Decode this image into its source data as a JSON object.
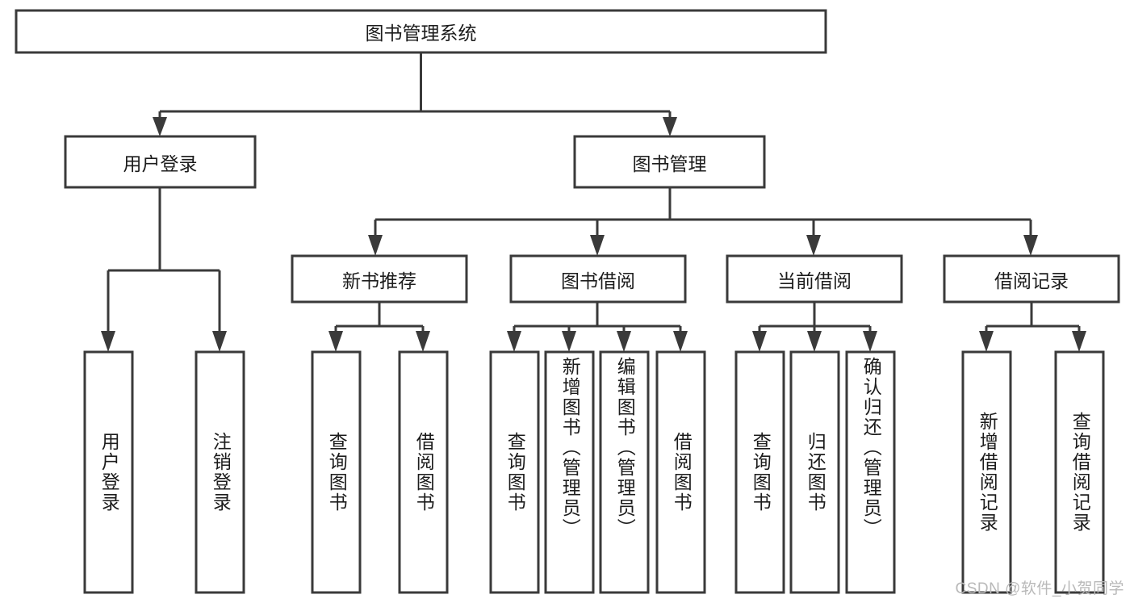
{
  "diagram": {
    "title": "图书管理系统",
    "watermark": "CSDN @软件_小贺同学",
    "root": {
      "id": "root",
      "label": "图书管理系统"
    },
    "level2": [
      {
        "id": "user-login",
        "label": "用户登录"
      },
      {
        "id": "book-manage",
        "label": "图书管理"
      }
    ],
    "level3": [
      {
        "id": "new-book-recommend",
        "label": "新书推荐"
      },
      {
        "id": "book-borrow",
        "label": "图书借阅"
      },
      {
        "id": "current-borrow",
        "label": "当前借阅"
      },
      {
        "id": "borrow-record",
        "label": "借阅记录"
      }
    ],
    "leaves": {
      "user_login": [
        {
          "id": "leaf-user-login",
          "label": "用户登录"
        },
        {
          "id": "leaf-logout-login",
          "label": "注销登录"
        }
      ],
      "new_book_recommend": [
        {
          "id": "leaf-query-book-1",
          "label": "查询图书"
        },
        {
          "id": "leaf-borrow-book-1",
          "label": "借阅图书"
        }
      ],
      "book_borrow": [
        {
          "id": "leaf-query-book-2",
          "label": "查询图书"
        },
        {
          "id": "leaf-add-book",
          "label": "新增图书（管理员）"
        },
        {
          "id": "leaf-edit-book",
          "label": "编辑图书（管理员）"
        },
        {
          "id": "leaf-borrow-book-2",
          "label": "借阅图书"
        }
      ],
      "current_borrow": [
        {
          "id": "leaf-query-book-3",
          "label": "查询图书"
        },
        {
          "id": "leaf-return-book",
          "label": "归还图书"
        },
        {
          "id": "leaf-confirm-return",
          "label": "确认归还（管理员）"
        }
      ],
      "borrow_record": [
        {
          "id": "leaf-add-record",
          "label": "新增借阅记录"
        },
        {
          "id": "leaf-query-record",
          "label": "查询借阅记录"
        }
      ]
    },
    "colors": {
      "stroke": "#3a3a3a",
      "fill": "#ffffff",
      "text": "#1c1c1c",
      "watermark": "#b9b9b9",
      "background": "#ffffff"
    }
  },
  "chart_data": {
    "type": "diagram",
    "subtype": "tree-hierarchy",
    "title": "图书管理系统",
    "orientation": "top-down",
    "levels": 4,
    "nodes": [
      {
        "id": "root",
        "label": "图书管理系统",
        "level": 0,
        "parent": null
      },
      {
        "id": "user-login",
        "label": "用户登录",
        "level": 1,
        "parent": "root"
      },
      {
        "id": "book-manage",
        "label": "图书管理",
        "level": 1,
        "parent": "root"
      },
      {
        "id": "leaf-user-login",
        "label": "用户登录",
        "level": 2,
        "parent": "user-login"
      },
      {
        "id": "leaf-logout-login",
        "label": "注销登录",
        "level": 2,
        "parent": "user-login"
      },
      {
        "id": "new-book-recommend",
        "label": "新书推荐",
        "level": 2,
        "parent": "book-manage"
      },
      {
        "id": "book-borrow",
        "label": "图书借阅",
        "level": 2,
        "parent": "book-manage"
      },
      {
        "id": "current-borrow",
        "label": "当前借阅",
        "level": 2,
        "parent": "book-manage"
      },
      {
        "id": "borrow-record",
        "label": "借阅记录",
        "level": 2,
        "parent": "book-manage"
      },
      {
        "id": "leaf-query-book-1",
        "label": "查询图书",
        "level": 3,
        "parent": "new-book-recommend"
      },
      {
        "id": "leaf-borrow-book-1",
        "label": "借阅图书",
        "level": 3,
        "parent": "new-book-recommend"
      },
      {
        "id": "leaf-query-book-2",
        "label": "查询图书",
        "level": 3,
        "parent": "book-borrow"
      },
      {
        "id": "leaf-add-book",
        "label": "新增图书（管理员）",
        "level": 3,
        "parent": "book-borrow"
      },
      {
        "id": "leaf-edit-book",
        "label": "编辑图书（管理员）",
        "level": 3,
        "parent": "book-borrow"
      },
      {
        "id": "leaf-borrow-book-2",
        "label": "借阅图书",
        "level": 3,
        "parent": "book-borrow"
      },
      {
        "id": "leaf-query-book-3",
        "label": "查询图书",
        "level": 3,
        "parent": "current-borrow"
      },
      {
        "id": "leaf-return-book",
        "label": "归还图书",
        "level": 3,
        "parent": "current-borrow"
      },
      {
        "id": "leaf-confirm-return",
        "label": "确认归还（管理员）",
        "level": 3,
        "parent": "current-borrow"
      },
      {
        "id": "leaf-add-record",
        "label": "新增借阅记录",
        "level": 3,
        "parent": "borrow-record"
      },
      {
        "id": "leaf-query-record",
        "label": "查询借阅记录",
        "level": 3,
        "parent": "borrow-record"
      }
    ]
  }
}
